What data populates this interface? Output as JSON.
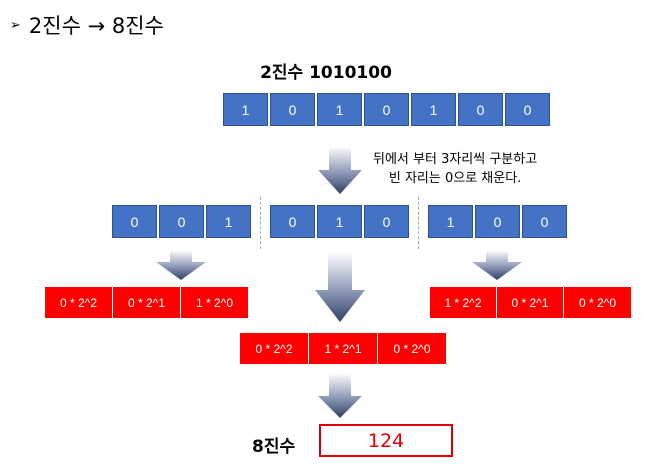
{
  "heading": {
    "bullet": "➢",
    "text": "2진수 → 8진수"
  },
  "binary_title": "2진수 1010100",
  "binary_digits": [
    "1",
    "0",
    "1",
    "0",
    "1",
    "0",
    "0"
  ],
  "note": {
    "line1": "뒤에서 부터 3자리씩 구분하고",
    "line2": "빈 자리는 0으로 채운다."
  },
  "groups": [
    {
      "digits": [
        "0",
        "0",
        "1"
      ],
      "terms": [
        "0 * 2^2",
        "0 * 2^1",
        "1 * 2^0"
      ]
    },
    {
      "digits": [
        "0",
        "1",
        "0"
      ],
      "terms": [
        "0 * 2^2",
        "1 * 2^1",
        "0 * 2^0"
      ]
    },
    {
      "digits": [
        "1",
        "0",
        "0"
      ],
      "terms": [
        "1 * 2^2",
        "0 * 2^1",
        "0 * 2^0"
      ]
    }
  ],
  "result": {
    "label": "8진수",
    "value": "124"
  },
  "colors": {
    "blue_cell": "#4472c4",
    "red_cell": "#ff0000",
    "arrow_top": "#ffffff",
    "arrow_bottom": "#2f3f66"
  }
}
